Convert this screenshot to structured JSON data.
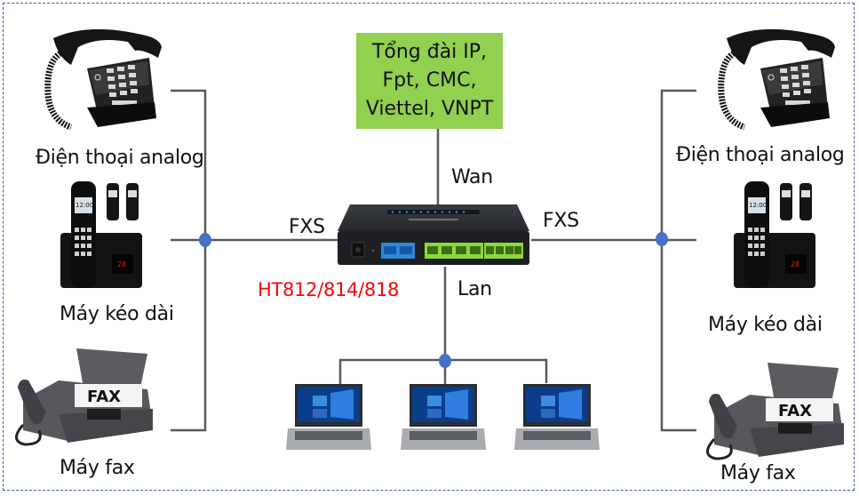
{
  "diagram": {
    "title": "HT812/814/818 connection diagram",
    "pbx_box": {
      "lines": [
        "Tổng đài IP,",
        "Fpt, CMC,",
        "Viettel, VNPT"
      ],
      "color": "#92d050"
    },
    "device": {
      "model_label": "HT812/814/818",
      "model_color": "#ff0000",
      "wan_label": "Wan",
      "lan_label": "Lan",
      "fxs_left_label": "FXS",
      "fxs_right_label": "FXS",
      "ports": {
        "wan_lan_color": "#2e86de",
        "fxs_color": "#8bd93a",
        "fxs_count": 8,
        "network_count": 2
      }
    },
    "left_devices": [
      {
        "icon": "analog-phone-icon",
        "label": "Điện thoại analog"
      },
      {
        "icon": "cordless-phone-icon",
        "label": "Máy kéo dài"
      },
      {
        "icon": "fax-machine-icon",
        "label": "Máy fax"
      }
    ],
    "right_devices": [
      {
        "icon": "analog-phone-icon",
        "label": "Điện thoại analog"
      },
      {
        "icon": "cordless-phone-icon",
        "label": "Máy kéo dài"
      },
      {
        "icon": "fax-machine-icon",
        "label": "Máy fax"
      }
    ],
    "lan_devices": [
      {
        "icon": "laptop-icon"
      },
      {
        "icon": "laptop-icon"
      },
      {
        "icon": "laptop-icon"
      }
    ],
    "colors": {
      "line": "#595959",
      "junction": "#4472c4",
      "border": "#3b5f9a"
    },
    "fax_paper_text": "FAX",
    "cordless_screen_time": "12:00",
    "cordless_base_counter": "28"
  }
}
